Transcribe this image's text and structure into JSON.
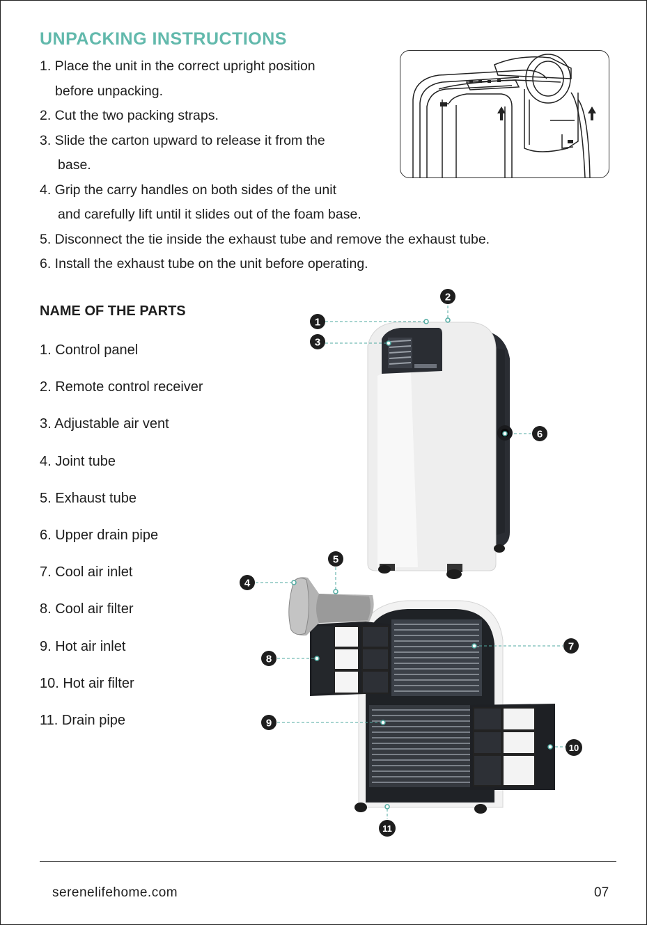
{
  "unpacking": {
    "title": "UNPACKING INSTRUCTIONS",
    "lines": [
      "1. Place the unit in the correct upright position",
      "before unpacking.",
      "2. Cut the two packing straps.",
      "3. Slide the carton upward to release it from the",
      "base.",
      "4. Grip the carry handles on both sides of the unit",
      "and carefully lift until it slides out of the foam base.",
      "5. Disconnect the tie inside the exhaust tube and remove the exhaust tube.",
      "6. Install the exhaust tube on the unit before operating."
    ]
  },
  "parts": {
    "heading": "NAME OF THE PARTS",
    "items": [
      "1. Control panel",
      "2. Remote control receiver",
      "3. Adjustable air vent",
      "4. Joint tube",
      "5. Exhaust tube",
      "6. Upper drain pipe",
      "7. Cool air inlet",
      "8. Cool air filter",
      "9. Hot air inlet",
      "10. Hot air filter",
      "11. Drain pipe"
    ]
  },
  "callouts": [
    "1",
    "2",
    "3",
    "4",
    "5",
    "6",
    "7",
    "8",
    "9",
    "10",
    "11"
  ],
  "footer": {
    "website": "serenelifehome.com",
    "page_number": "07"
  },
  "colors": {
    "accent": "#62b9ac",
    "callout": "#1e1e1e",
    "leader": "#4fa9a0"
  }
}
